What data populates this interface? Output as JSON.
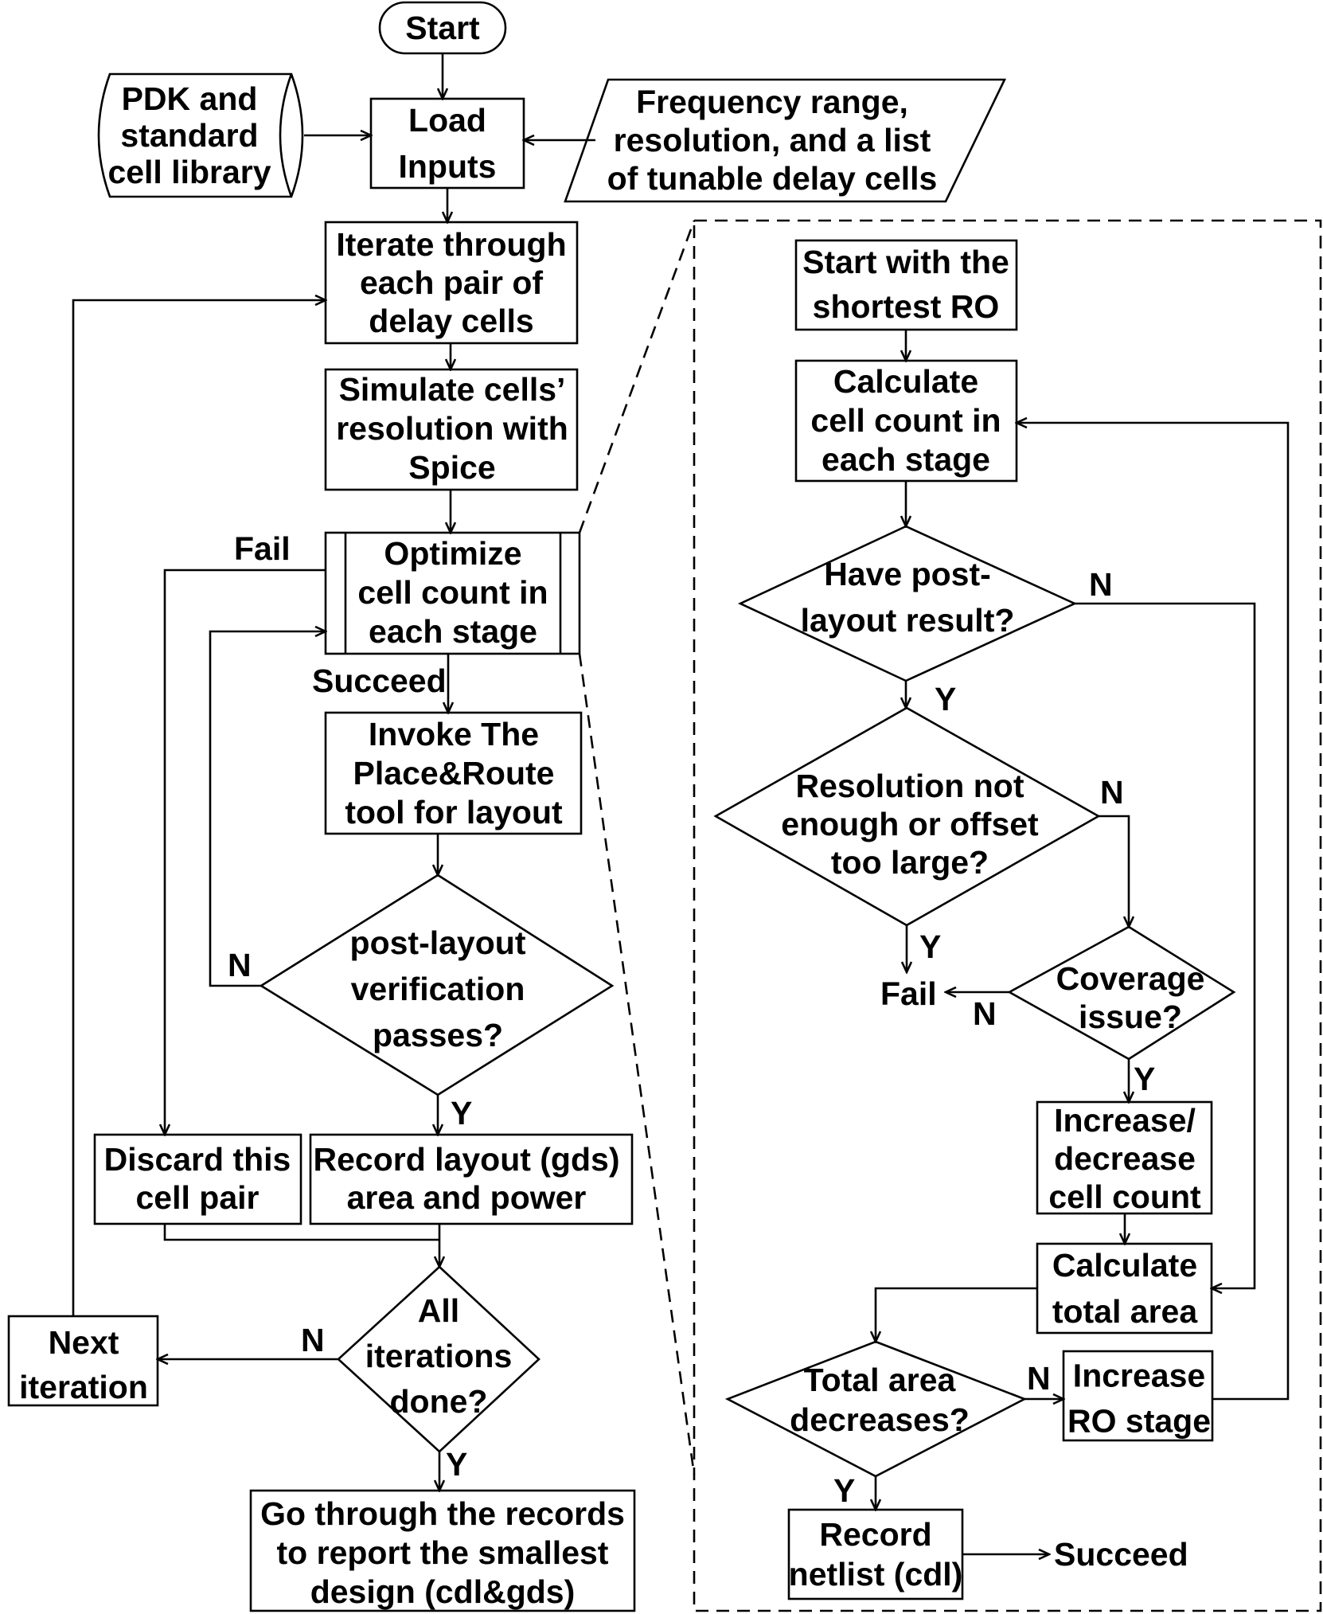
{
  "nodes": {
    "start": [
      "Start"
    ],
    "pdk": [
      "PDK and",
      "standard",
      "cell library"
    ],
    "load": [
      "Load",
      "Inputs"
    ],
    "freq": [
      "Frequency range,",
      "resolution, and a list",
      "of tunable delay cells"
    ],
    "iterate": [
      "Iterate through",
      "each pair of",
      "delay cells"
    ],
    "simulate": [
      "Simulate cells’",
      "resolution with",
      "Spice"
    ],
    "optimize": [
      "Optimize",
      "cell count in",
      "each stage"
    ],
    "invoke": [
      "Invoke The",
      "Place&Route",
      "tool for layout"
    ],
    "verify": [
      "post-layout",
      "verification",
      "passes?"
    ],
    "discard": [
      "Discard this",
      "cell pair"
    ],
    "record_layout": [
      "Record layout (gds)",
      "area and power"
    ],
    "all_done": [
      "All",
      "iterations",
      "done?"
    ],
    "next_iter": [
      "Next",
      "iteration"
    ],
    "report": [
      "Go through the records",
      "to report the smallest",
      "design (cdl&gds)"
    ],
    "shortest": [
      "Start with the",
      "shortest RO"
    ],
    "calc_count": [
      "Calculate",
      "cell count in",
      "each stage"
    ],
    "have_post": [
      "Have post-",
      "layout result?"
    ],
    "res_not": [
      "Resolution not",
      "enough or offset",
      "too large?"
    ],
    "coverage": [
      "Coverage",
      "issue?"
    ],
    "inc_dec": [
      "Increase/",
      "decrease",
      "cell count"
    ],
    "calc_area": [
      "Calculate",
      "total area"
    ],
    "area_dec": [
      "Total area",
      "decreases?"
    ],
    "inc_ro": [
      "Increase",
      "RO stage"
    ],
    "record_netlist": [
      "Record",
      "netlist (cdl)"
    ]
  },
  "labels": {
    "fail_left": "Fail",
    "succeed_left": "Succeed",
    "n_verify": "N",
    "y_verify": "Y",
    "n_all": "N",
    "y_all": "Y",
    "n_have": "N",
    "y_have": "Y",
    "n_res": "N",
    "y_res": "Y",
    "fail_right": "Fail",
    "n_cov": "N",
    "y_cov": "Y",
    "n_area": "N",
    "y_area": "Y",
    "succeed_right": "Succeed"
  }
}
